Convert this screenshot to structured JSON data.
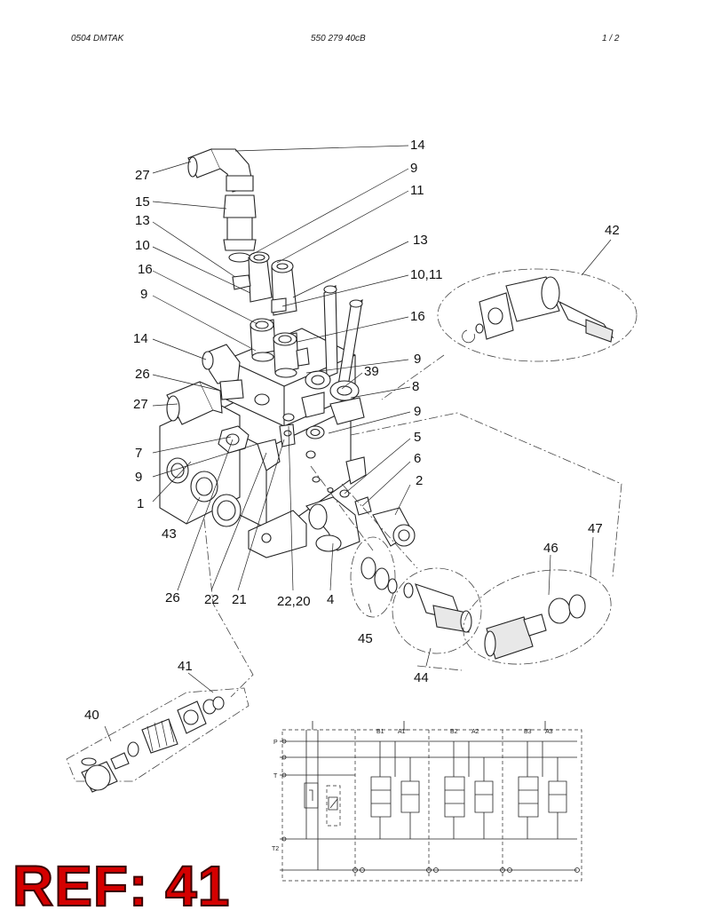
{
  "header": {
    "left": "0504 DMTAK",
    "center": "550 279 40cB",
    "right": "1 /   2"
  },
  "callouts": [
    {
      "id": "c14a",
      "text": "14"
    },
    {
      "id": "c27a",
      "text": "27"
    },
    {
      "id": "c9a",
      "text": "9"
    },
    {
      "id": "c15",
      "text": "15"
    },
    {
      "id": "c11a",
      "text": "11"
    },
    {
      "id": "c13a",
      "text": "13"
    },
    {
      "id": "c13b",
      "text": "13"
    },
    {
      "id": "c42",
      "text": "42"
    },
    {
      "id": "c10",
      "text": "10"
    },
    {
      "id": "c1011",
      "text": "10,11"
    },
    {
      "id": "c16a",
      "text": "16"
    },
    {
      "id": "c9b",
      "text": "9"
    },
    {
      "id": "c16b",
      "text": "16"
    },
    {
      "id": "c14b",
      "text": "14"
    },
    {
      "id": "c9c",
      "text": "9"
    },
    {
      "id": "c39",
      "text": "39"
    },
    {
      "id": "c26a",
      "text": "26"
    },
    {
      "id": "c8",
      "text": "8"
    },
    {
      "id": "c27b",
      "text": "27"
    },
    {
      "id": "c9d",
      "text": "9"
    },
    {
      "id": "c5",
      "text": "5"
    },
    {
      "id": "c7",
      "text": "7"
    },
    {
      "id": "c6",
      "text": "6"
    },
    {
      "id": "c9e",
      "text": "9"
    },
    {
      "id": "c2",
      "text": "2"
    },
    {
      "id": "c1",
      "text": "1"
    },
    {
      "id": "c47",
      "text": "47"
    },
    {
      "id": "c43",
      "text": "43"
    },
    {
      "id": "c46",
      "text": "46"
    },
    {
      "id": "c26b",
      "text": "26"
    },
    {
      "id": "c22",
      "text": "22"
    },
    {
      "id": "c21",
      "text": "21"
    },
    {
      "id": "c2220",
      "text": "22,20"
    },
    {
      "id": "c4",
      "text": "4"
    },
    {
      "id": "c45",
      "text": "45"
    },
    {
      "id": "c44",
      "text": "44"
    },
    {
      "id": "c41",
      "text": "41"
    },
    {
      "id": "c40",
      "text": "40"
    }
  ],
  "schematic": {
    "labels": [
      "B1",
      "A1",
      "B2",
      "A2",
      "B3",
      "A3"
    ],
    "port_labels": [
      "P",
      "T",
      "T2"
    ]
  },
  "ref": "REF: 41"
}
